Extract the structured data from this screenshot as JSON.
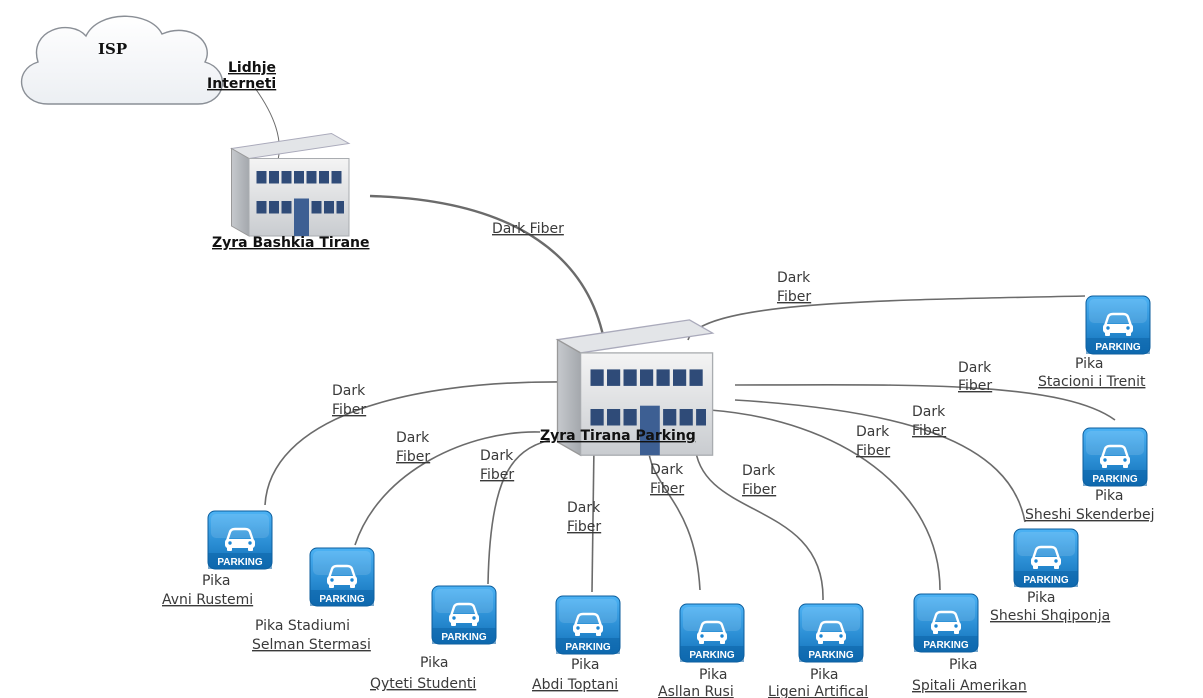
{
  "isp": {
    "label": "ISP",
    "link_label_line1": "Lidhje",
    "link_label_line2": "Interneti"
  },
  "hq": {
    "label": "Zyra Bashkia Tirane"
  },
  "hub": {
    "label": "Zyra Tirana Parking"
  },
  "main_link": {
    "label": "Dark Fiber"
  },
  "fiber_label": {
    "line1": "Dark",
    "line2": "Fiber"
  },
  "parking_icon_text": "PARKING",
  "sites": [
    {
      "line1": "Pika",
      "line2": "Stacioni i Trenit"
    },
    {
      "line1": "Pika",
      "line2": "Sheshi Skenderbej"
    },
    {
      "line1": "Pika",
      "line2": "Sheshi Shqiponja"
    },
    {
      "line1": "Pika",
      "line2": "Spitali Amerikan"
    },
    {
      "line1": "Pika",
      "line2": "Ligeni Artifical"
    },
    {
      "line1": "Pika",
      "line2": "Asllan Rusi"
    },
    {
      "line1": "Pika",
      "line2": "Abdi Toptani"
    },
    {
      "line1": "Pika",
      "line2": "Qyteti Studenti"
    },
    {
      "line1": "Pika Stadiumi",
      "line2": "Selman Stermasi"
    },
    {
      "line1": "Pika",
      "line2": "Avni Rustemi"
    }
  ],
  "colors": {
    "parking_blue": "#1c86d4",
    "line": "#6b6b6b"
  }
}
